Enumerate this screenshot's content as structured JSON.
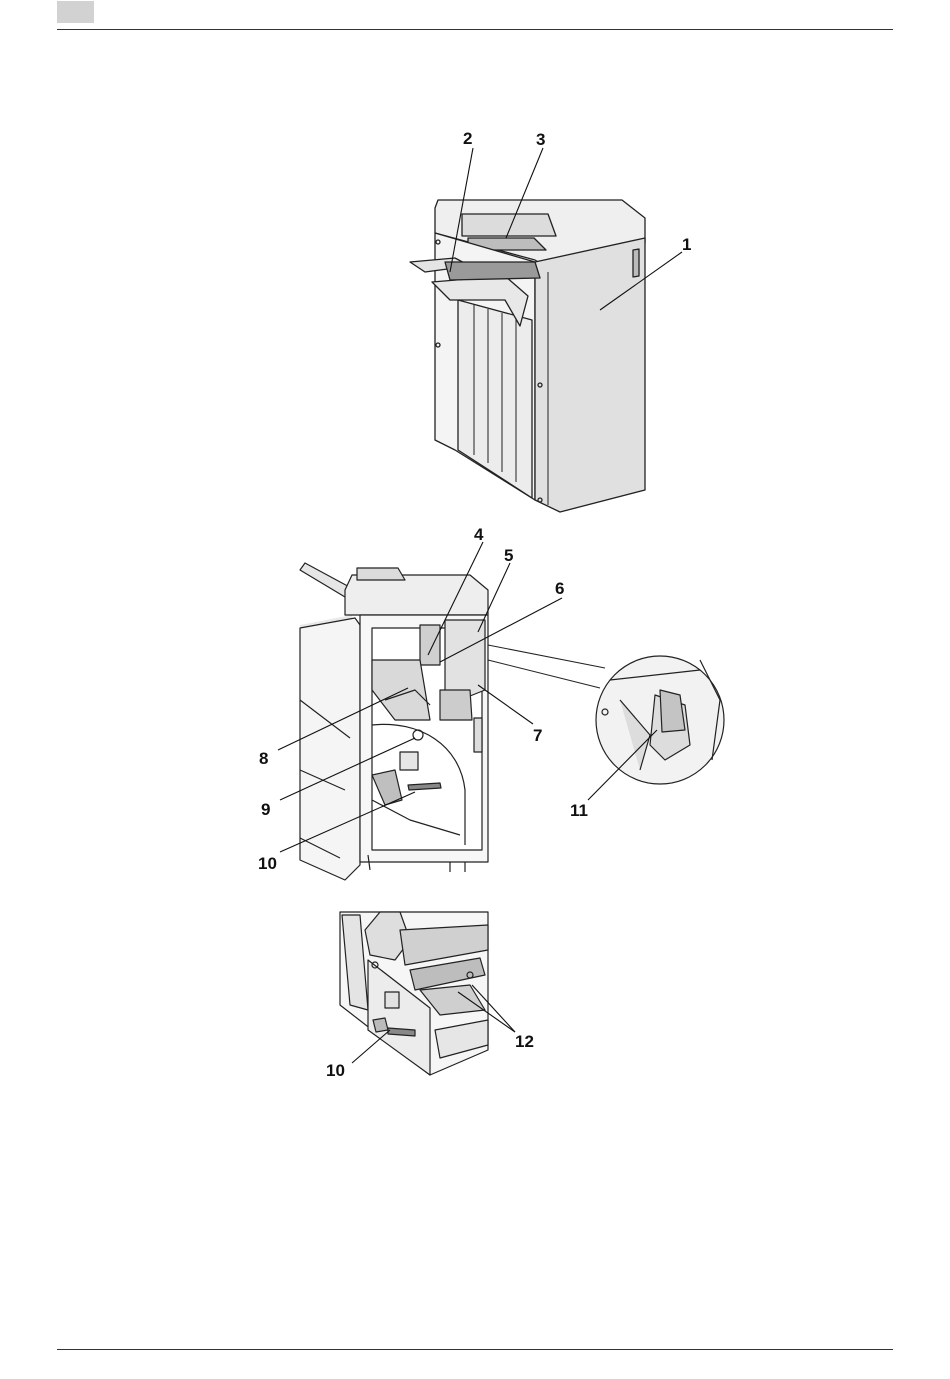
{
  "page": {
    "accent_color": "#d2d2d2",
    "ink_color": "#111111"
  },
  "figures": [
    {
      "id": "finisher-exterior",
      "callouts": [
        {
          "label": "1"
        },
        {
          "label": "2"
        },
        {
          "label": "3"
        }
      ]
    },
    {
      "id": "finisher-interior",
      "callouts": [
        {
          "label": "4"
        },
        {
          "label": "5"
        },
        {
          "label": "6"
        },
        {
          "label": "7"
        },
        {
          "label": "8"
        },
        {
          "label": "9"
        },
        {
          "label": "10"
        },
        {
          "label": "11"
        }
      ]
    },
    {
      "id": "saddle-stitcher",
      "callouts": [
        {
          "label": "10"
        },
        {
          "label": "12"
        }
      ]
    }
  ]
}
